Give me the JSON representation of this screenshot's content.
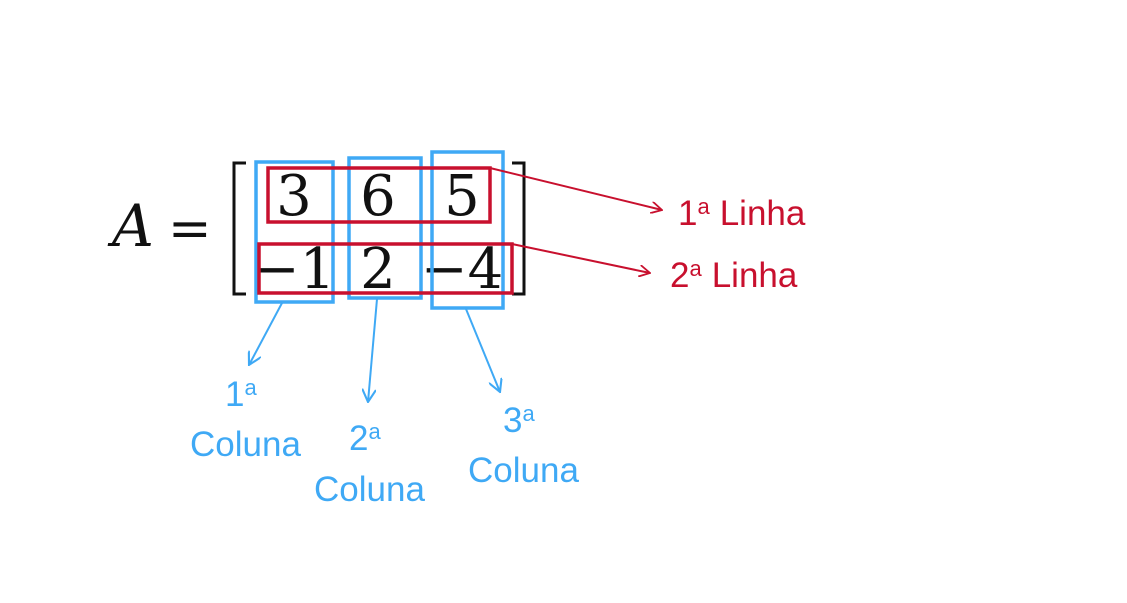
{
  "colors": {
    "row": "#c8102e",
    "column": "#3fa9f5",
    "text": "#111111",
    "background": "#ffffff"
  },
  "matrix": {
    "name": "A",
    "equals": "=",
    "rows": [
      [
        "3",
        "6",
        "5"
      ],
      [
        "−1",
        "2",
        "−4"
      ]
    ]
  },
  "row_labels": [
    {
      "num": "1",
      "sup": "a",
      "word": "Linha"
    },
    {
      "num": "2",
      "sup": "a",
      "word": "Linha"
    }
  ],
  "column_labels": [
    {
      "num": "1",
      "sup": "a",
      "word": "Coluna"
    },
    {
      "num": "2",
      "sup": "a",
      "word": "Coluna"
    },
    {
      "num": "3",
      "sup": "a",
      "word": "Coluna"
    }
  ]
}
